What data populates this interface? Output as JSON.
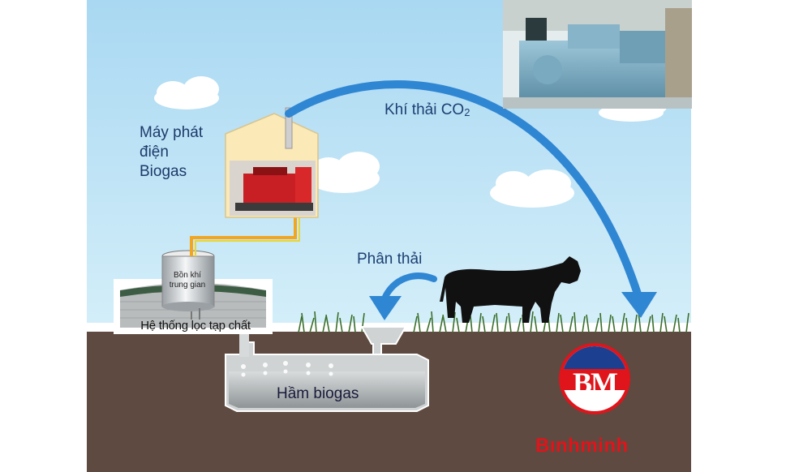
{
  "labels": {
    "generator": [
      "Máy phát",
      "điện",
      "Biogas"
    ],
    "exhaust": "Khí thải CO",
    "exhaust_subscript": "2",
    "manure": "Phân thải",
    "digester": "Hầm biogas",
    "filter": "Hệ thống lọc tạp chất",
    "tank": [
      "Bồn khí",
      "trung gian"
    ],
    "brand": "Bınhminh",
    "logo": "BM"
  },
  "colors": {
    "sky": "#c6e6f7",
    "soil": "#5e4a40",
    "arrow": "#2f86d2",
    "pipe": "#f2a51e",
    "brand_red": "#e0141b",
    "brand_blue": "#1d3f8f"
  },
  "icons": {
    "photo": "generator-photo-icon",
    "cow": "cow-icon",
    "logo": "bm-logo-icon"
  }
}
